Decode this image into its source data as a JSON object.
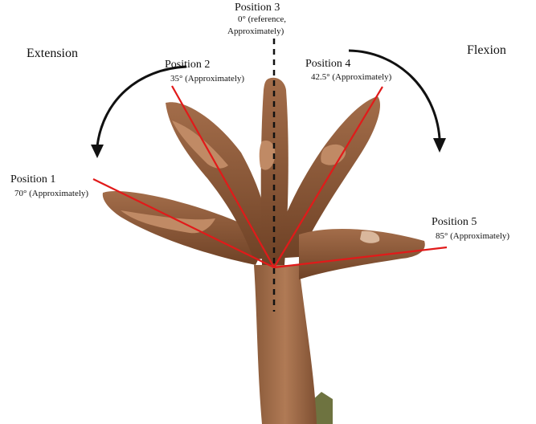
{
  "diagram": {
    "extension_label": "Extension",
    "flexion_label": "Flexion",
    "positions": [
      {
        "title": "Position 1",
        "value": "70° (Approximately)"
      },
      {
        "title": "Position 2",
        "value": "35° (Approximately)"
      },
      {
        "title": "Position 3",
        "value_line1": "0° (reference,",
        "value_line2": "Approximately)"
      },
      {
        "title": "Position 4",
        "value": "42.5° (Approximately)"
      },
      {
        "title": "Position 5",
        "value": "85° (Approximately)"
      }
    ],
    "colors": {
      "angle_line": "#e11a1a",
      "reference_line": "#111111",
      "arrow": "#111111",
      "skin": "#b07a55",
      "skin_dark": "#7a4a2c",
      "sleeve": "#6e7340"
    }
  }
}
